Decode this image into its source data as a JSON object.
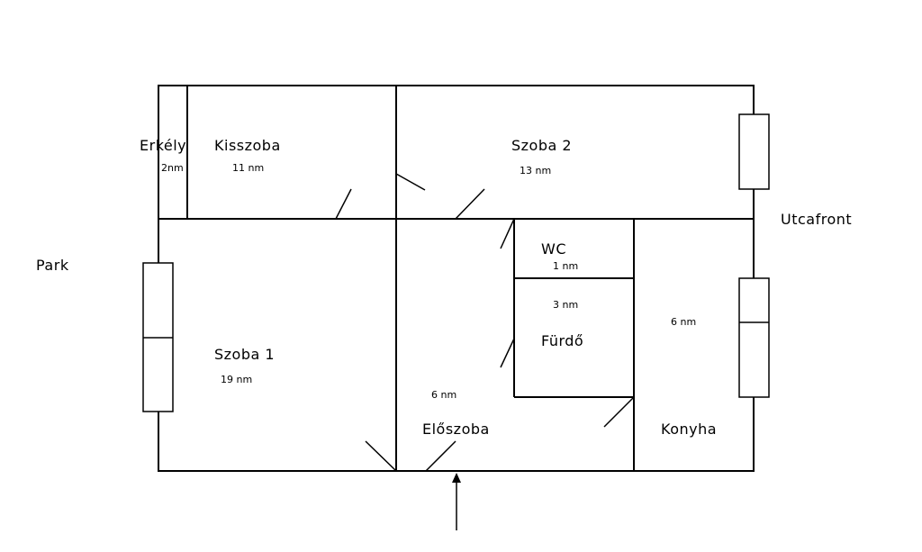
{
  "rooms": {
    "erkely": {
      "name": "Erkély",
      "area": "2nm"
    },
    "kisszoba": {
      "name": "Kisszoba",
      "area": "11 nm"
    },
    "szoba2": {
      "name": "Szoba 2",
      "area": "13 nm"
    },
    "szoba1": {
      "name": "Szoba 1",
      "area": "19 nm"
    },
    "wc": {
      "name": "WC",
      "area": "1 nm"
    },
    "furdo": {
      "name": "Fürdő",
      "area": "3 nm"
    },
    "eloszoba": {
      "name": "Előszoba",
      "area": "6 nm"
    },
    "konyha": {
      "name": "Konyha",
      "area": "6 nm"
    }
  },
  "sides": {
    "park": "Park",
    "utcafront": "Utcafront"
  }
}
